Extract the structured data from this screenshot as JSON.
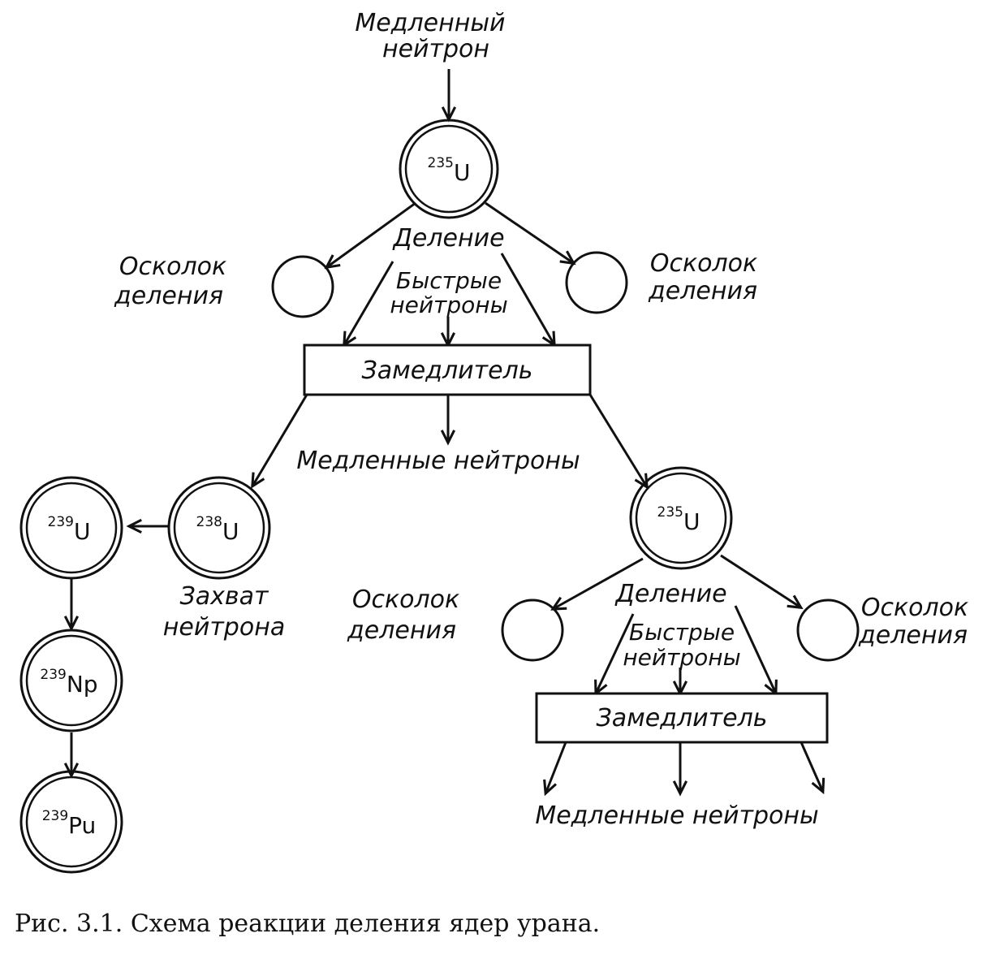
{
  "labels": {
    "slow_neutron": [
      "Медленный",
      "нейтрон"
    ],
    "fission_1": "Деление",
    "fast_neutrons_1": [
      "Быстрые",
      "нейтроны"
    ],
    "fragment_left_1": [
      "Осколок",
      "деления"
    ],
    "fragment_right_1": [
      "Осколок",
      "деления"
    ],
    "moderator_1": "Замедлитель",
    "slow_neutrons_1": "Медленные нейтроны",
    "capture": [
      "Захват",
      "нейтрона"
    ],
    "fragment_mid": [
      "Осколок",
      "деления"
    ],
    "fission_2": "Деление",
    "fast_neutrons_2": [
      "Быстрые",
      "нейтроны"
    ],
    "fragment_right_2": [
      "Осколок",
      "деления"
    ],
    "moderator_2": "Замедлитель",
    "slow_neutrons_2": "Медленные нейтроны"
  },
  "nuclei": {
    "u235_top": {
      "mass": "235",
      "symbol": "U"
    },
    "u238": {
      "mass": "238",
      "symbol": "U"
    },
    "u239": {
      "mass": "239",
      "symbol": "U"
    },
    "np239": {
      "mass": "239",
      "symbol": "Np"
    },
    "pu239": {
      "mass": "239",
      "symbol": "Pu"
    },
    "u235_right": {
      "mass": "235",
      "symbol": "U"
    }
  },
  "caption": "Рис. 3.1. Схема реакции деления ядер урана."
}
